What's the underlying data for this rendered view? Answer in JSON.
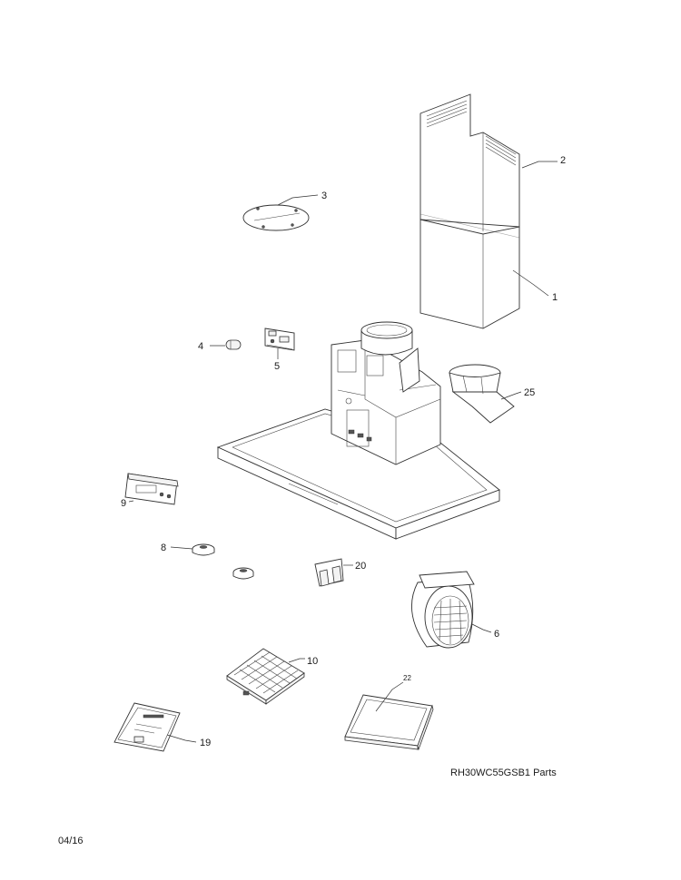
{
  "caption": {
    "model": "RH30WC55GSB1 Parts",
    "date": "04/16"
  },
  "callouts": {
    "c1": "1",
    "c2": "2",
    "c3": "3",
    "c4": "4",
    "c5": "5",
    "c6": "6",
    "c8": "8",
    "c9": "9",
    "c10": "10",
    "c19": "19",
    "c20": "20",
    "c22": "22",
    "c25": "25"
  }
}
